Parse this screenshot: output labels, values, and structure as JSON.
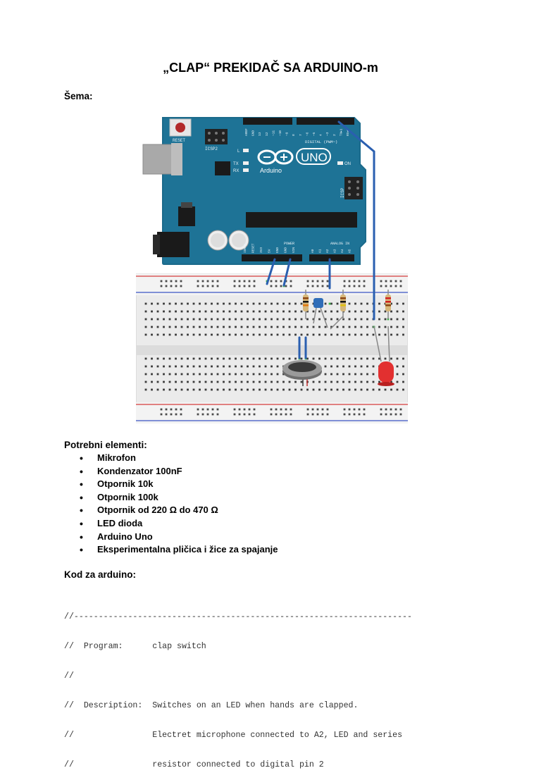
{
  "title": "„CLAP“  PREKIDAČ SA ARDUINO-m",
  "schema_heading": "Šema:",
  "figure": {
    "board": {
      "reset_label": "RESET",
      "icsp2_label": "ICSP2",
      "icsp_label": "ICSP",
      "logo_text": "Arduino",
      "uno_text": "UNO",
      "on_label": "ON",
      "l_label": "L",
      "tx_label": "TX",
      "rx_label": "RX",
      "digital_label": "DIGITAL (PWM~)",
      "power_label": "POWER",
      "analog_label": "ANALOG IN",
      "top_pins": [
        "AREF",
        "GND",
        "13",
        "12",
        "~11",
        "~10",
        "~9",
        "8",
        "7",
        "~6",
        "~5",
        "4",
        "~3",
        "2",
        "TX▸1",
        "RX◂0"
      ],
      "power_pins": [
        "IOREF",
        "RESET",
        "3V3",
        "5V",
        "GND",
        "GND",
        "VIN"
      ],
      "analog_pins": [
        "A0",
        "A1",
        "A2",
        "A3",
        "A4",
        "A5"
      ]
    },
    "colors": {
      "board": "#1e7396",
      "board_edge": "#1b6a8b",
      "wire": "#2a5fb0",
      "breadboard": "#ebebeb",
      "rail_red": "#d43b3b",
      "rail_blue": "#3b55c4",
      "led": "#e23030"
    }
  },
  "parts_heading": "Potrebni elementi:",
  "parts": [
    "Mikrofon",
    "Kondenzator 100nF",
    "Otpornik 10k",
    "Otpornik 100k",
    "Otpornik od 220 Ω do 470 Ω",
    "LED dioda",
    "Arduino Uno",
    "Eksperimentalna pličica i žice za spajanje"
  ],
  "code_heading": "Kod za arduino:",
  "code_lines": [
    "//---------------------------------------------------------------------",
    "//  Program:      clap switch",
    "//",
    "//  Description:  Switches on an LED when hands are clapped.",
    "//                Electret microphone connected to A2, LED and series",
    "//                resistor connected to digital pin 2"
  ]
}
